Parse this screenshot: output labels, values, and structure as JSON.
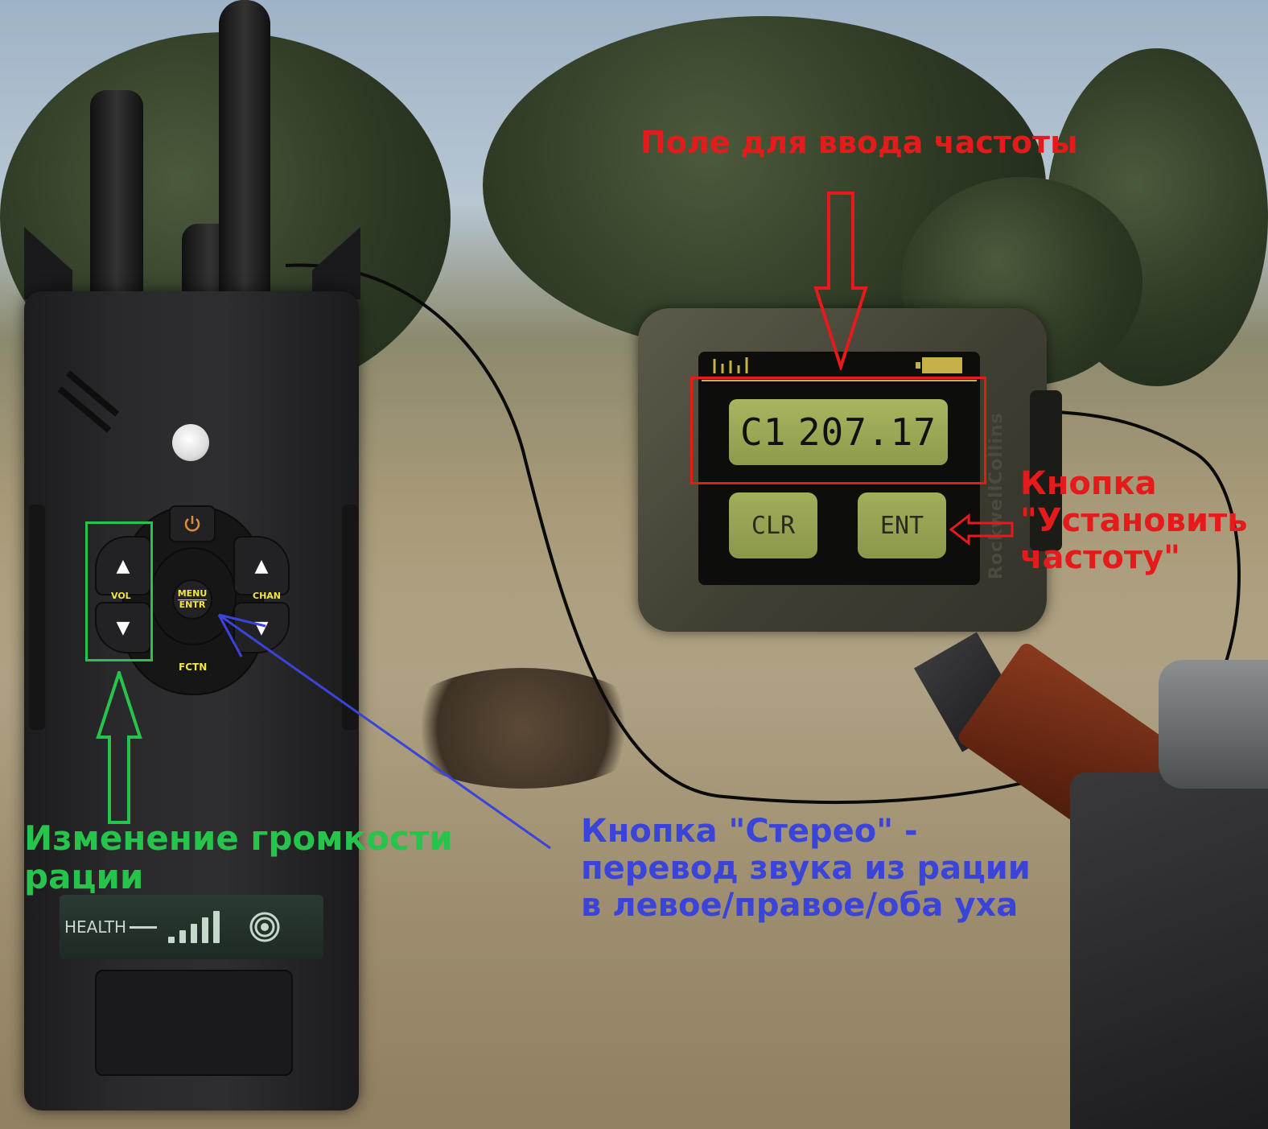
{
  "handset": {
    "channel": "C1",
    "frequency": "207.17",
    "clr_label": "CLR",
    "ent_label": "ENT",
    "brand": "RockwellCollins"
  },
  "radio": {
    "menu_line1": "MENU",
    "menu_line2": "ENTR",
    "vol_label": "VOL",
    "chan_label": "CHAN",
    "fctn_label": "FCTN",
    "health_label": "HEALTH"
  },
  "annotations": {
    "freq_field": "Поле для ввода частоты",
    "set_freq_line1": "Кнопка",
    "set_freq_line2": "\"Установить",
    "set_freq_line3": "частоту\"",
    "volume_line1": "Изменение громкости",
    "volume_line2": "рации",
    "stereo_line1": "Кнопка \"Стерео\" -",
    "stereo_line2": "перевод звука из рации",
    "stereo_line3": "в левое/правое/оба уха"
  },
  "colors": {
    "annotation_red": "#e51a1a",
    "annotation_green": "#27c44c",
    "annotation_blue": "#3b44d8",
    "lcd_green": "#a9b560"
  },
  "icons": [
    "power-icon",
    "vol-up-icon",
    "vol-down-icon",
    "chan-up-icon",
    "chan-down-icon",
    "signal-icon",
    "battery-icon",
    "target-icon",
    "signal-strength-icon"
  ]
}
